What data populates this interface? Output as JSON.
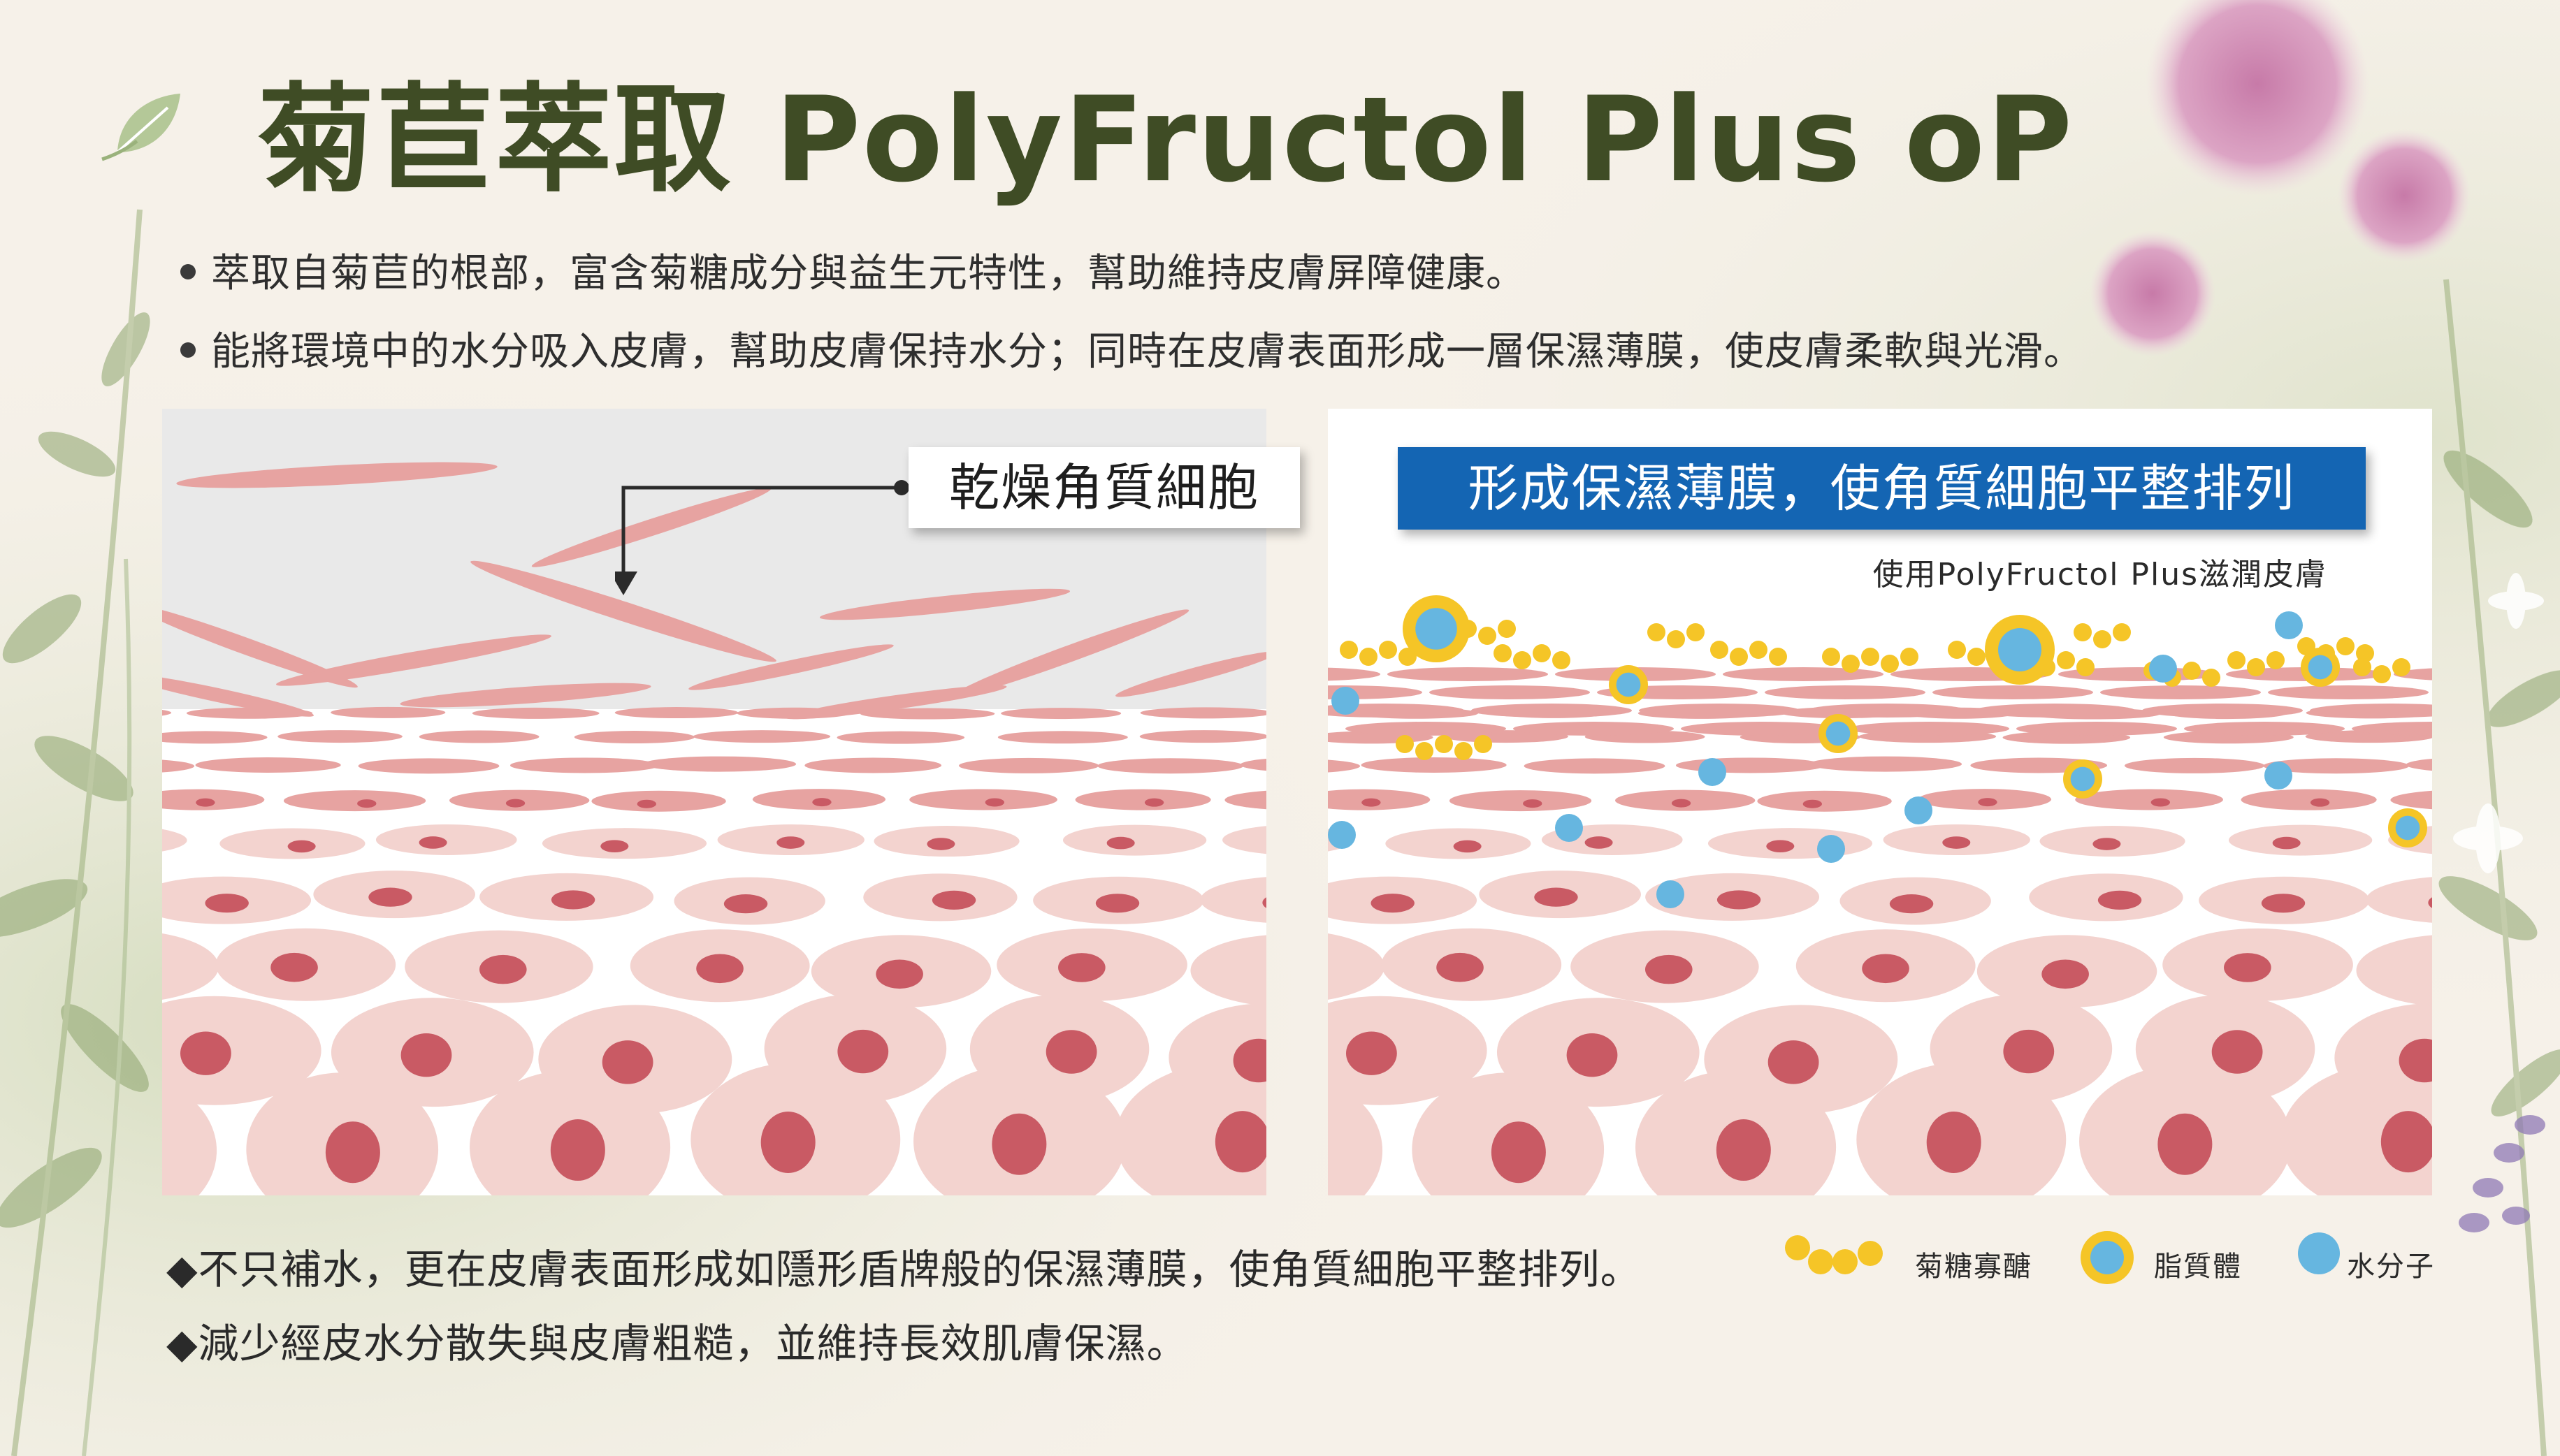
{
  "title": "菊苣萃取 PolyFructol Plus oP",
  "bullets": [
    "萃取自菊苣的根部，富含菊糖成分與益生元特性，幫助維持皮膚屏障健康。",
    "能將環境中的水分吸入皮膚，幫助皮膚保持水分；同時在皮膚表面形成一層保濕薄膜，使皮膚柔軟與光滑。"
  ],
  "left_panel": {
    "callout": "乾燥角質細胞"
  },
  "right_panel": {
    "callout": "形成保濕薄膜，使角質細胞平整排列",
    "caption": "使用PolyFructol Plus滋潤皮膚"
  },
  "notes": [
    "◆不只補水，更在皮膚表面形成如隱形盾牌般的保濕薄膜，使角質細胞平整排列。",
    "◆減少經皮水分散失與皮膚粗糙，並維持長效肌膚保濕。"
  ],
  "legend": [
    {
      "label": "菊糖寡醣",
      "icon": "inulin-chain-icon"
    },
    {
      "label": "脂質體",
      "icon": "liposome-icon"
    },
    {
      "label": "水分子",
      "icon": "water-molecule-icon"
    }
  ],
  "colors": {
    "title": "#3f4c25",
    "film_box": "#1465b3",
    "cell_fill": "#f3d3cf",
    "cell_flat": "#e7a3a1",
    "nucleus": "#c95a64",
    "inulin": "#f5c527",
    "water": "#66b6e0"
  }
}
